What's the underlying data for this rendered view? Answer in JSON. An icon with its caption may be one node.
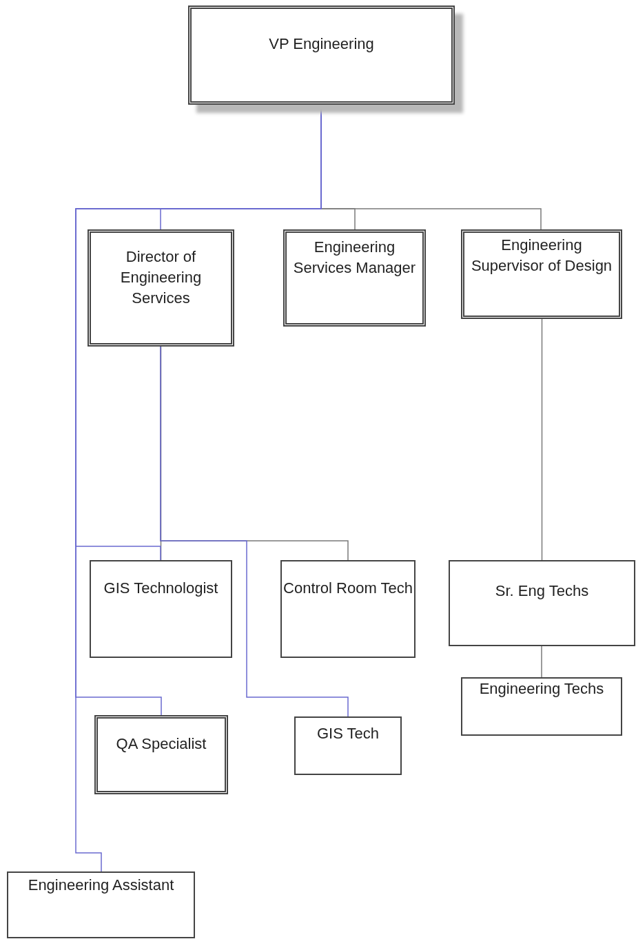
{
  "diagram": {
    "nodes": [
      {
        "text": [
          "VP Engineering"
        ]
      },
      {
        "text": [
          "Director of Engineering Services"
        ]
      },
      {
        "text": [
          "Engineering Services Manager"
        ]
      },
      {
        "text": [
          "Engineering Supervisor of Design"
        ]
      },
      {
        "text": [
          "GIS Technologist"
        ]
      },
      {
        "text": [
          "Control Room Tech"
        ]
      },
      {
        "text": [
          "Sr. Eng Techs"
        ]
      },
      {
        "text": [
          "Engineering Techs"
        ]
      },
      {
        "text": [
          "QA Specialist"
        ]
      },
      {
        "text": [
          "GIS Tech"
        ]
      },
      {
        "text": [
          "Engineering Assistant"
        ]
      }
    ],
    "edges": [
      {
        "from": 0,
        "to": 2,
        "arrow": "none"
      },
      {
        "from": 0,
        "to": 3,
        "arrow": "none"
      },
      {
        "from": 0,
        "to": 1,
        "arrow": "none",
        "color": "#6a6ad0"
      },
      {
        "from": 0,
        "to": 4,
        "arrow": "none",
        "color": "#6a6ad0"
      },
      {
        "from": 0,
        "to": 8,
        "arrow": "none",
        "color": "#6a6ad0"
      },
      {
        "from": 0,
        "to": 10,
        "arrow": "none",
        "color": "#6a6ad0"
      },
      {
        "from": 1,
        "to": 4,
        "arrow": "none"
      },
      {
        "from": 1,
        "to": 5,
        "arrow": "none"
      },
      {
        "from": 1,
        "to": 9,
        "arrow": "none",
        "color": "#6a6ad0"
      },
      {
        "from": 3,
        "to": 6,
        "arrow": "none"
      },
      {
        "from": 6,
        "to": 7,
        "arrow": "none"
      }
    ]
  }
}
